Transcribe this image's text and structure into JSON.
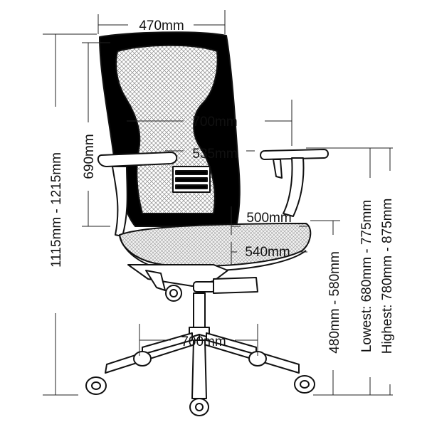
{
  "diagram": {
    "dimensions": {
      "top_width": "470mm",
      "depth_upper": "700mm",
      "armrest_inner": "535mm",
      "back_height": "690mm",
      "total_height": "1115mm - 1215mm",
      "seat_width": "500mm",
      "seat_depth": "540mm",
      "base_diameter": "700mm",
      "seat_height": "480mm - 580mm",
      "arm_lowest": "Lowest: 680mm - 775mm",
      "arm_highest": "Highest: 780mm - 875mm"
    }
  }
}
